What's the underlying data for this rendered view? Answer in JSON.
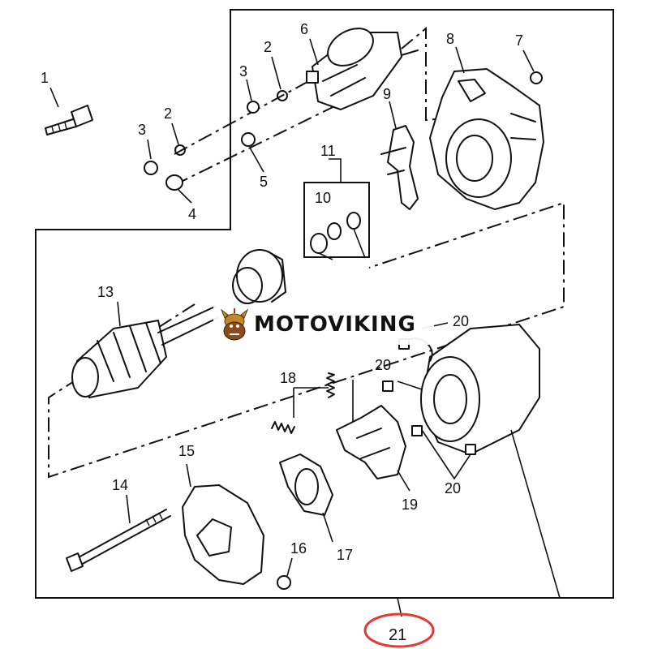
{
  "watermark": {
    "text": "MOTOVIKING",
    "logo_icon": "viking-mascot-icon"
  },
  "callouts": {
    "c1": "1",
    "c2a": "2",
    "c2b": "2",
    "c3a": "3",
    "c3b": "3",
    "c4": "4",
    "c5": "5",
    "c6": "6",
    "c7": "7",
    "c8": "8",
    "c9": "9",
    "c10": "10",
    "c11": "11",
    "c13": "13",
    "c14": "14",
    "c15": "15",
    "c16": "16",
    "c17": "17",
    "c18": "18",
    "c19": "19",
    "c20a": "20",
    "c20b": "20",
    "c20c": "20",
    "c21": "21"
  },
  "highlight": {
    "circled_label": "21",
    "circle_color": "#e53935"
  },
  "colors": {
    "line": "#111111",
    "background": "#ffffff"
  }
}
